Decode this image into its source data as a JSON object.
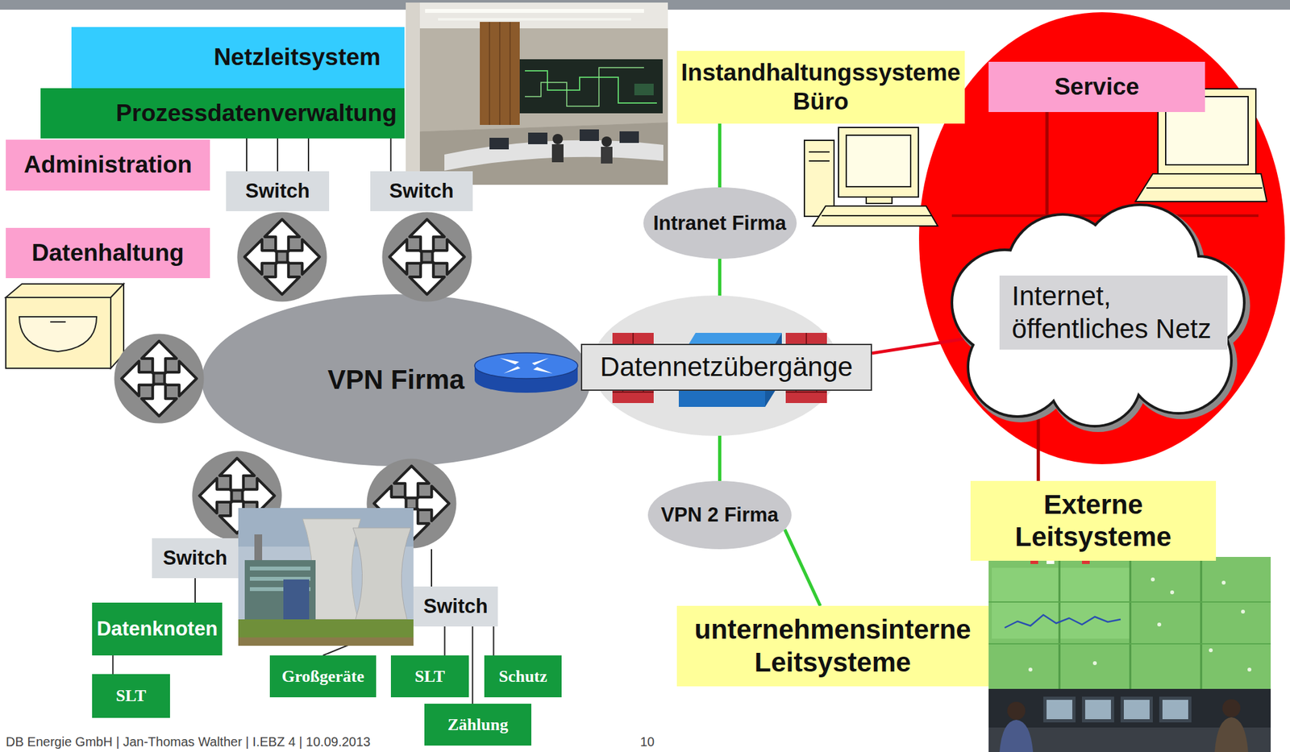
{
  "diagram": {
    "nodes": [
      {
        "text": [
          "Netzleitsystem"
        ]
      },
      {
        "text": [
          "Prozessdatenverwaltung"
        ]
      },
      {
        "text": [
          "Administration"
        ]
      },
      {
        "text": [
          "Switch"
        ]
      },
      {
        "text": [
          "Switch"
        ]
      },
      {
        "text": [
          "Datenhaltung"
        ]
      },
      {
        "text": [
          "VPN Firma"
        ]
      },
      {
        "text": [
          "Datennetzübergänge"
        ]
      },
      {
        "text": [
          "Instandhaltungssysteme Büro"
        ]
      },
      {
        "text": [
          "Intranet Firma"
        ]
      },
      {
        "text": [
          "Service"
        ]
      },
      {
        "text": [
          "Internet, öffentliches Netz"
        ]
      },
      {
        "text": [
          "VPN 2 Firma"
        ]
      },
      {
        "text": [
          "Externe Leitsysteme"
        ]
      },
      {
        "text": [
          "unternehmensinterne Leitsysteme"
        ]
      },
      {
        "text": [
          "Switch"
        ]
      },
      {
        "text": [
          "Switch"
        ]
      },
      {
        "text": [
          "Datenknoten"
        ]
      },
      {
        "text": [
          "SLT"
        ]
      },
      {
        "text": [
          "Großgeräte"
        ]
      },
      {
        "text": [
          "SLT"
        ]
      },
      {
        "text": [
          "Schutz"
        ]
      },
      {
        "text": [
          "Zählung"
        ]
      }
    ],
    "edges": [
      {
        "from": 3,
        "to": 1,
        "arrow": "none"
      },
      {
        "from": 3,
        "to": 1,
        "arrow": "none"
      },
      {
        "from": 3,
        "to": 1,
        "arrow": "none"
      },
      {
        "from": 4,
        "to": 1,
        "arrow": "none"
      },
      {
        "from": 8,
        "to": 9,
        "arrow": "none"
      },
      {
        "from": 9,
        "to": 7,
        "arrow": "none"
      },
      {
        "from": 7,
        "to": 12,
        "arrow": "none"
      },
      {
        "from": 12,
        "to": 14,
        "arrow": "none"
      },
      {
        "from": 7,
        "to": 11,
        "arrow": "none"
      },
      {
        "from": 10,
        "to": 11,
        "arrow": "none"
      },
      {
        "from": 11,
        "to": 13,
        "arrow": "none"
      },
      {
        "from": 15,
        "to": 17,
        "arrow": "none"
      },
      {
        "from": 17,
        "to": 18,
        "arrow": "none"
      },
      {
        "from": 16,
        "to": 19,
        "arrow": "none"
      },
      {
        "from": 16,
        "to": 20,
        "arrow": "none"
      },
      {
        "from": 16,
        "to": 22,
        "arrow": "none"
      },
      {
        "from": 16,
        "to": 21,
        "arrow": "none"
      }
    ],
    "labels": [
      "DB Energie GmbH | Jan-Thomas Walther | I.EBZ 4 | 10.09.2013",
      "10"
    ]
  }
}
